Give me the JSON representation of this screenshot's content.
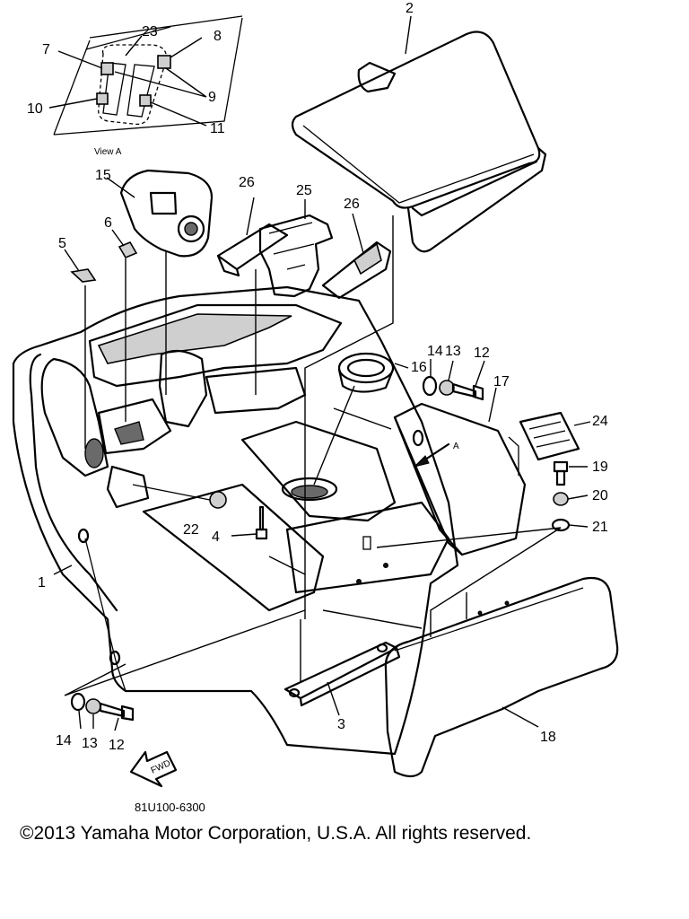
{
  "view_a_caption": "View A",
  "callouts": {
    "n1": "1",
    "n2": "2",
    "n3": "3",
    "n4": "4",
    "n5": "5",
    "n6": "6",
    "n7": "7",
    "n8": "8",
    "n9": "9",
    "n10": "10",
    "n11": "11",
    "n12a": "12",
    "n12b": "12",
    "n13a": "13",
    "n13b": "13",
    "n14a": "14",
    "n14b": "14",
    "n15": "15",
    "n16": "16",
    "n17": "17",
    "n18": "18",
    "n19": "19",
    "n20": "20",
    "n21": "21",
    "n22": "22",
    "n23": "23",
    "n24": "24",
    "n25": "25",
    "n26a": "26",
    "n26b": "26"
  },
  "arrow_a_label": "A",
  "fwd_label": "FWD",
  "doc_code": "81U100-6300",
  "copyright": "©2013 Yamaha Motor Corporation, U.S.A. All rights reserved."
}
